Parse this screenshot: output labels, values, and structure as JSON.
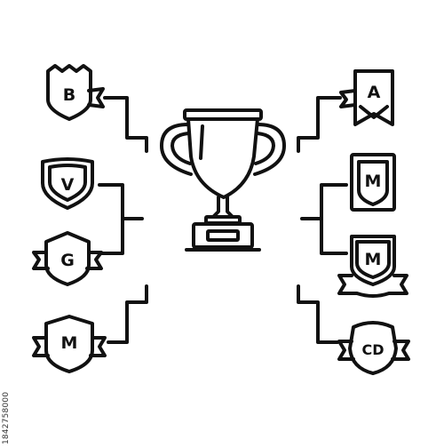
{
  "badges": {
    "left_top": "B",
    "left_upper_mid": "V",
    "left_lower_mid": "G",
    "left_bottom": "M",
    "right_top": "A",
    "right_upper_mid": "M",
    "right_lower_mid": "M",
    "right_bottom": "CD"
  },
  "watermark": {
    "stock_id": "1842758000"
  },
  "colors": {
    "ink": "#111111",
    "background": "#ffffff"
  },
  "icons": [
    "trophy-icon",
    "shield-badge-icon",
    "ribbon-banner-icon",
    "bracket-connector"
  ]
}
